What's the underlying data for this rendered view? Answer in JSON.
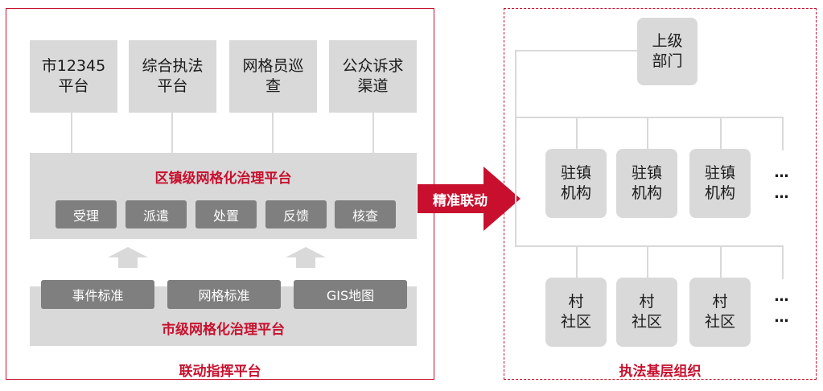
{
  "left_panel": {
    "footer_label": "联动指挥平台",
    "sources": [
      "市12345\n平台",
      "综合执法\n平台",
      "网格员巡\n查",
      "公众诉求\n渠道"
    ],
    "district_platform": {
      "title": "区镇级网格化治理平台",
      "steps": [
        "受理",
        "派遣",
        "处置",
        "反馈",
        "核查"
      ]
    },
    "city_platform": {
      "title": "市级网格化治理平台",
      "standards": [
        "事件标准",
        "网格标准",
        "GIS地图"
      ]
    }
  },
  "link_arrow": {
    "label": "精准联动"
  },
  "right_panel": {
    "footer_label": "执法基层组织",
    "top_node": "上级\n部门",
    "town_nodes": [
      "驻镇\n机构",
      "驻镇\n机构",
      "驻镇\n机构"
    ],
    "village_nodes": [
      "村\n社区",
      "村\n社区",
      "村\n社区"
    ],
    "ellipsis": "…\n…"
  },
  "colors": {
    "accent_red": "#c8102e",
    "box_gray": "#d9d9d9",
    "chip_gray": "#7f7f7f"
  }
}
